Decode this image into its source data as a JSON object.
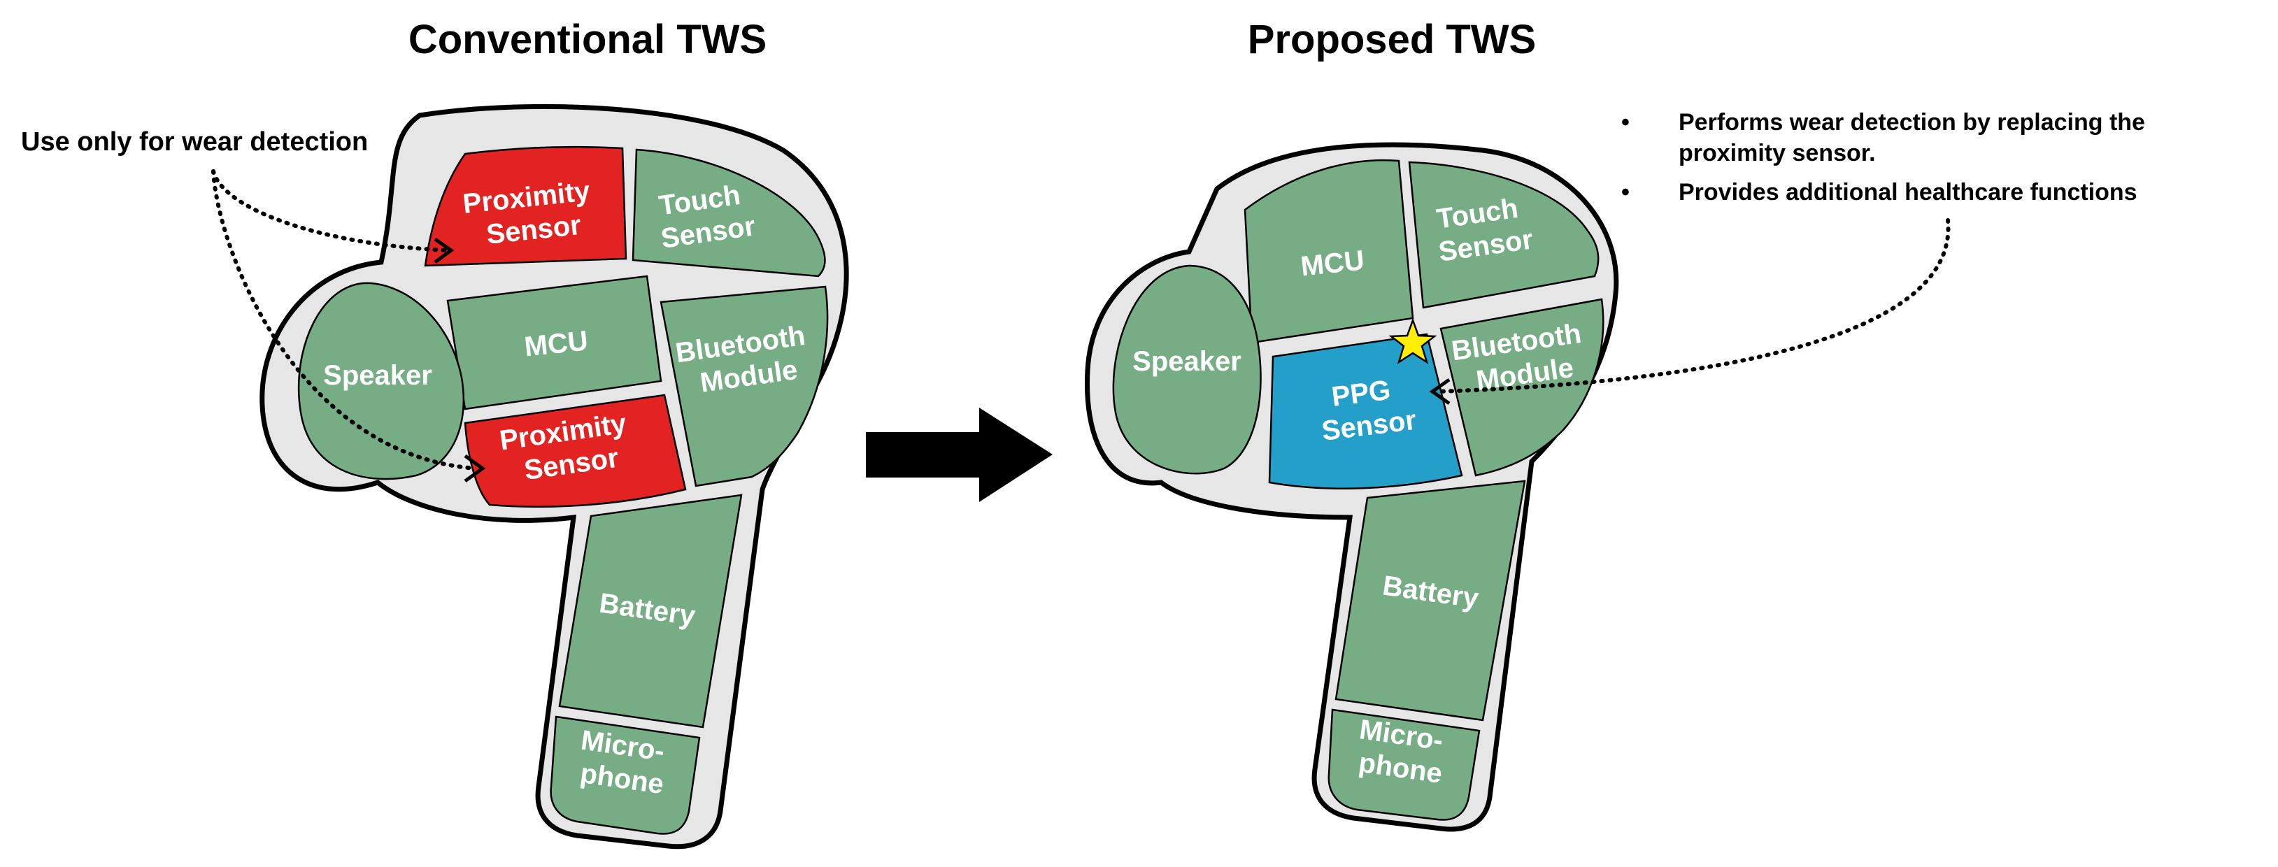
{
  "colors": {
    "component_green": "#76ad84",
    "proximity_red": "#e32222",
    "ppg_blue": "#239fca",
    "shell_gray": "#e6e6e6",
    "star_yellow": "#ffee00"
  },
  "conventional": {
    "title": "Conventional TWS",
    "annotation": "Use only for wear detection",
    "components": {
      "proximity_top": [
        "Proximity",
        "Sensor"
      ],
      "touch": [
        "Touch",
        "Sensor"
      ],
      "mcu": "MCU",
      "speaker": "Speaker",
      "bluetooth": [
        "Bluetooth",
        "Module"
      ],
      "proximity_bottom": [
        "Proximity",
        "Sensor"
      ],
      "battery": "Battery",
      "microphone": [
        "Micro-",
        "phone"
      ]
    }
  },
  "proposed": {
    "title": "Proposed TWS",
    "bullets": [
      [
        "Performs wear detection by replacing the",
        "proximity sensor."
      ],
      [
        "Provides additional healthcare functions"
      ]
    ],
    "bullet_symbol": "•",
    "components": {
      "mcu": "MCU",
      "touch": [
        "Touch",
        "Sensor"
      ],
      "speaker": "Speaker",
      "ppg": [
        "PPG",
        "Sensor"
      ],
      "bluetooth": [
        "Bluetooth",
        "Module"
      ],
      "battery": "Battery",
      "microphone": [
        "Micro-",
        "phone"
      ]
    }
  },
  "transition_arrow": "right-arrow"
}
